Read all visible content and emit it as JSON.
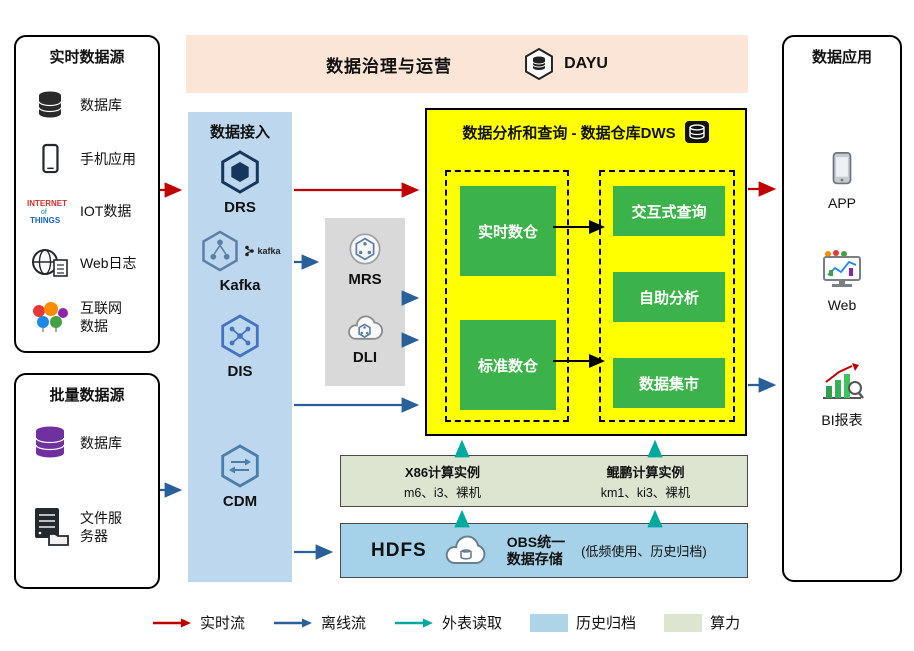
{
  "banner": {
    "title": "数据治理与运营",
    "dayu_label": "DAYU",
    "bg": "#fbe5d6"
  },
  "realtime_sources": {
    "title": "实时数据源",
    "items": [
      {
        "label": "数据库",
        "icon": "database-icon"
      },
      {
        "label": "手机应用",
        "icon": "phone-icon"
      },
      {
        "label": "IOT数据",
        "icon": "iot-icon"
      },
      {
        "label": "Web日志",
        "icon": "web-log-icon"
      },
      {
        "label": "互联网数据",
        "icon": "internet-data-icon"
      }
    ],
    "iot_words": [
      "INTERNET",
      "of",
      "THINGS"
    ]
  },
  "batch_sources": {
    "title": "批量数据源",
    "items": [
      {
        "label": "数据库",
        "icon": "purple-database-icon"
      },
      {
        "label": "文件服务器",
        "icon": "file-server-icon"
      }
    ]
  },
  "ingestion": {
    "title": "数据接入",
    "bg": "#bdd7ee",
    "kafka_logo_text": "kafka",
    "services": [
      {
        "label": "DRS"
      },
      {
        "label": "Kafka"
      },
      {
        "label": "DIS"
      },
      {
        "label": "CDM"
      }
    ]
  },
  "middleware": {
    "bg": "#d9d9d9",
    "services": [
      {
        "label": "MRS"
      },
      {
        "label": "DLI"
      }
    ]
  },
  "dws": {
    "title": "数据分析和查询 - 数据仓库DWS",
    "bg": "#ffff00",
    "module_green": "#3bb24a",
    "left_modules": [
      "实时数仓",
      "标准数仓"
    ],
    "right_modules": [
      "交互式查询",
      "自助分析",
      "数据集市"
    ]
  },
  "applications": {
    "title": "数据应用",
    "items": [
      "APP",
      "Web",
      "BI报表"
    ]
  },
  "compute": {
    "bg": "#dde4d0",
    "groups": [
      {
        "name": "X86计算实例",
        "spec": "m6、i3、裸机"
      },
      {
        "name": "鲲鹏计算实例",
        "spec": "km1、ki3、裸机"
      }
    ]
  },
  "storage": {
    "bg": "#a5d2e8",
    "hdfs_label": "HDFS",
    "obs_line1": "OBS统一",
    "obs_line2": "数据存储",
    "note": "(低频使用、历史归档)"
  },
  "legend": {
    "items": [
      {
        "label": "实时流",
        "type": "arrow",
        "color": "#c00000"
      },
      {
        "label": "离线流",
        "type": "arrow",
        "color": "#2a6099"
      },
      {
        "label": "外表读取",
        "type": "arrow",
        "color": "#00a99d"
      },
      {
        "label": "历史归档",
        "type": "swatch",
        "color": "#aed4e8"
      },
      {
        "label": "算力",
        "type": "swatch",
        "color": "#dde4d0"
      }
    ]
  },
  "colors": {
    "realtime_flow": "#c00000",
    "offline_flow": "#2a6099",
    "external_read": "#00a99d",
    "dws_bg": "#ffff00",
    "module_green": "#3bb24a",
    "ingestion_bg": "#bdd7ee",
    "banner_bg": "#fbe5d6",
    "middleware_bg": "#d9d9d9",
    "storage_bg": "#a5d2e8",
    "compute_bg": "#dde4d0"
  }
}
